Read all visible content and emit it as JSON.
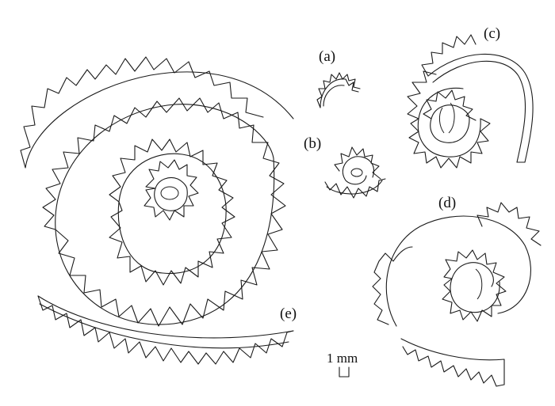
{
  "figure": {
    "panels": [
      {
        "id": "a",
        "label": "(a)"
      },
      {
        "id": "b",
        "label": "(b)"
      },
      {
        "id": "c",
        "label": "(c)"
      },
      {
        "id": "d",
        "label": "(d)"
      },
      {
        "id": "e",
        "label": "(e)"
      }
    ],
    "scale_bar": {
      "label": "1 mm"
    },
    "line_color": "#1a1a1a",
    "background": "#ffffff"
  }
}
